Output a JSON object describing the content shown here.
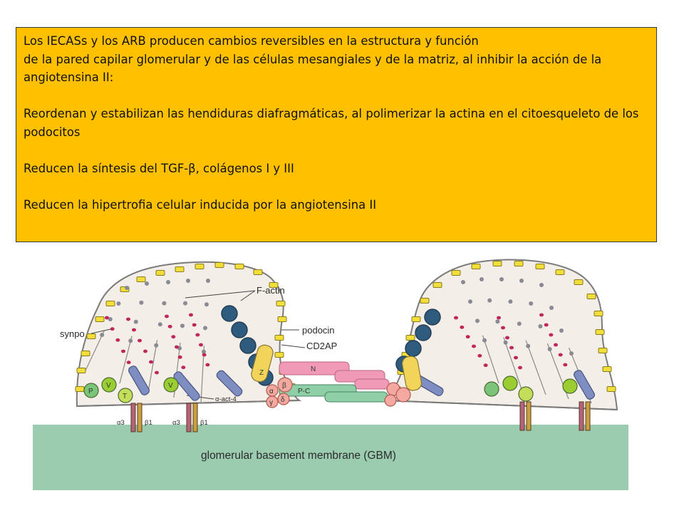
{
  "text_box": {
    "paragraphs": [
      "Los IECASs y los ARB producen cambios reversibles en la estructura y función",
      "de la pared capilar glomerular y de las células mesangiales y de la matriz, al inhibir la acción de la angiotensina II:",
      "Reordenan y estabilizan las hendiduras diafragmáticas, al polimerizar la actina en el citoesqueleto de los podocitos",
      "Reducen la síntesis del TGF-β, colágenos I y III",
      "Reducen la hipertrofia celular inducida por la angiotensina II"
    ]
  },
  "diagram": {
    "labels": {
      "f_actin": "F-actin",
      "podocin": "podocin",
      "cd2ap": "CD2AP",
      "synpo": "synpo",
      "alpha_act4": "α-act-4",
      "alpha3_left": "α3",
      "beta1_left": "β1",
      "alpha3_mid": "α3",
      "beta1_mid": "β1",
      "gbm": "glomerular basement membrane (GBM)"
    },
    "molecules": {
      "p": "P",
      "v": "V",
      "t": "T",
      "v2": "V",
      "z": "Z",
      "n": "N",
      "pc": "P-C",
      "alpha": "α",
      "beta": "β",
      "gamma": "γ",
      "delta": "δ"
    },
    "colors": {
      "text_box_bg": "#FFC000",
      "gbm": "#9BCCB0",
      "cell_fill": "#F3EEE8",
      "membrane_marker": "#F2DE3A",
      "actin_dot": "#8A8A96",
      "synpo_dot": "#C0265A",
      "podocin_circle": "#2F5C7E",
      "zo1": "#F2D45A",
      "nephrin": "#F09AB8",
      "p_cadherin": "#8FCFA8",
      "catenin": "#F4A8A0",
      "alpha_actinin": "#7E8EC2",
      "integrin_alpha": "#B5637A",
      "integrin_beta": "#C8A040",
      "paxillin": "#7BC47A",
      "vinculin": "#9ACD32",
      "talin": "#C4DE5C"
    }
  }
}
